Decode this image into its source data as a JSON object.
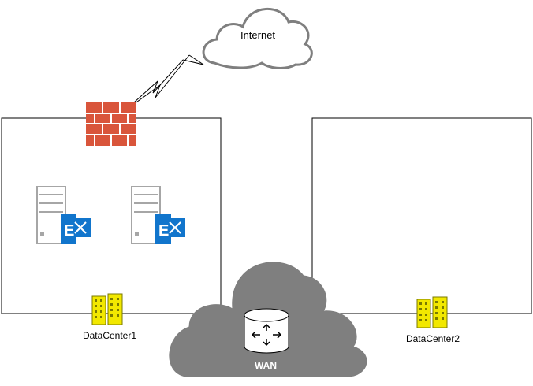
{
  "internet": {
    "label": "Internet"
  },
  "wan": {
    "label": "WAN"
  },
  "datacenter1": {
    "label": "DataCenter1",
    "servers": [
      {
        "icon": "exchange-server-icon"
      },
      {
        "icon": "exchange-server-icon"
      }
    ]
  },
  "datacenter2": {
    "label": "DataCenter2"
  },
  "colors": {
    "cloud_outline": "#7f7f7f",
    "wan_cloud": "#7f7f7f",
    "firewall_brick": "#d9553b",
    "building": "#f2e800",
    "exchange_blue": "#1175cc",
    "server_gray": "#a6a6a6"
  }
}
